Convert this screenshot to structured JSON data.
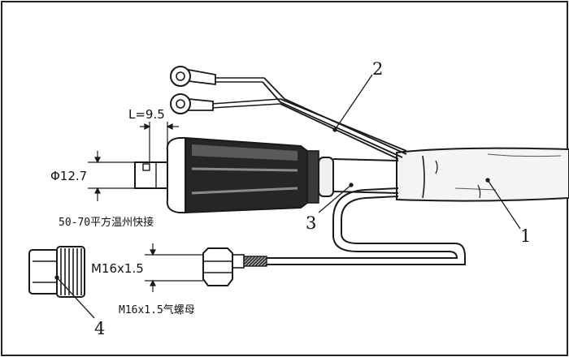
{
  "callouts": {
    "one": "1",
    "two": "2",
    "three": "3",
    "four": "4"
  },
  "dimensions": {
    "length": "L=9.5",
    "diameter": "Φ12.7",
    "thread": "M16x1.5"
  },
  "captions": {
    "connector": "50-70平方温州快接",
    "nut": "M16x1.5气螺母"
  },
  "colors": {
    "line": "#1a1a1a",
    "dark_fill": "#262626",
    "mid_fill": "#5a5a5a",
    "light_fill": "#efefef",
    "background": "#ffffff"
  }
}
